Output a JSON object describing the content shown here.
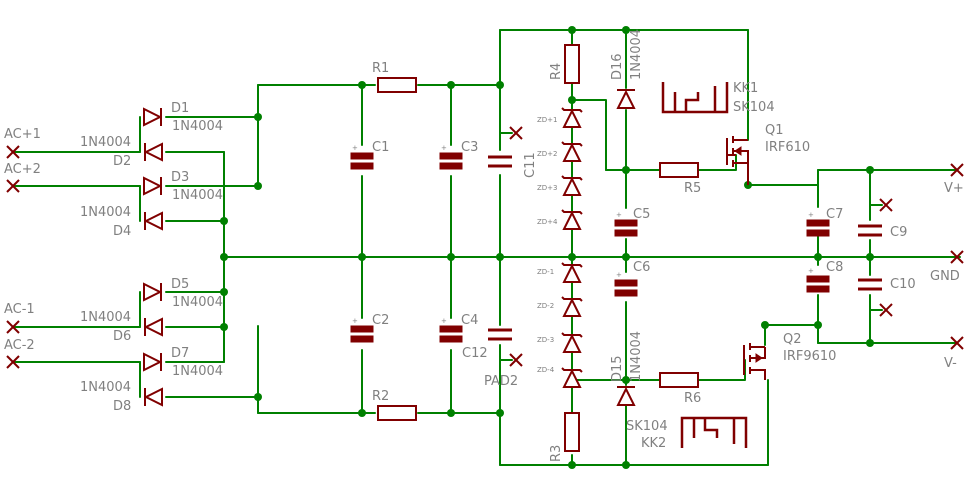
{
  "terminals": {
    "ac_p1": "AC+1",
    "ac_p2": "AC+2",
    "ac_m1": "AC-1",
    "ac_m2": "AC-2",
    "v_plus": "V+",
    "gnd": "GND",
    "v_minus": "V-"
  },
  "diodes": [
    {
      "ref": "D1",
      "value": "1N4004"
    },
    {
      "ref": "D2",
      "value": "1N4004"
    },
    {
      "ref": "D3",
      "value": "1N4004"
    },
    {
      "ref": "D4",
      "value": "1N4004"
    },
    {
      "ref": "D5",
      "value": "1N4004"
    },
    {
      "ref": "D6",
      "value": "1N4004"
    },
    {
      "ref": "D7",
      "value": "1N4004"
    },
    {
      "ref": "D8",
      "value": "1N4004"
    },
    {
      "ref": "D15",
      "value": "1N4004"
    },
    {
      "ref": "D16",
      "value": "1N4004"
    }
  ],
  "resistors": [
    "R1",
    "R2",
    "R3",
    "R4",
    "R5",
    "R6"
  ],
  "capacitors": [
    "C1",
    "C2",
    "C3",
    "C4",
    "C5",
    "C6",
    "C7",
    "C8",
    "C9",
    "C10",
    "C11",
    "C12"
  ],
  "zeners": [
    "ZD+1",
    "ZD+2",
    "ZD+3",
    "ZD+4",
    "ZD-1",
    "ZD-2",
    "ZD-3",
    "ZD-4"
  ],
  "transistors": [
    {
      "ref": "Q1",
      "value": "IRF610"
    },
    {
      "ref": "Q2",
      "value": "IRF9610"
    }
  ],
  "heatsinks": [
    {
      "ref": "KK1",
      "value": "SK104"
    },
    {
      "ref": "KK2",
      "value": "SK104"
    }
  ],
  "pad": "PAD2"
}
